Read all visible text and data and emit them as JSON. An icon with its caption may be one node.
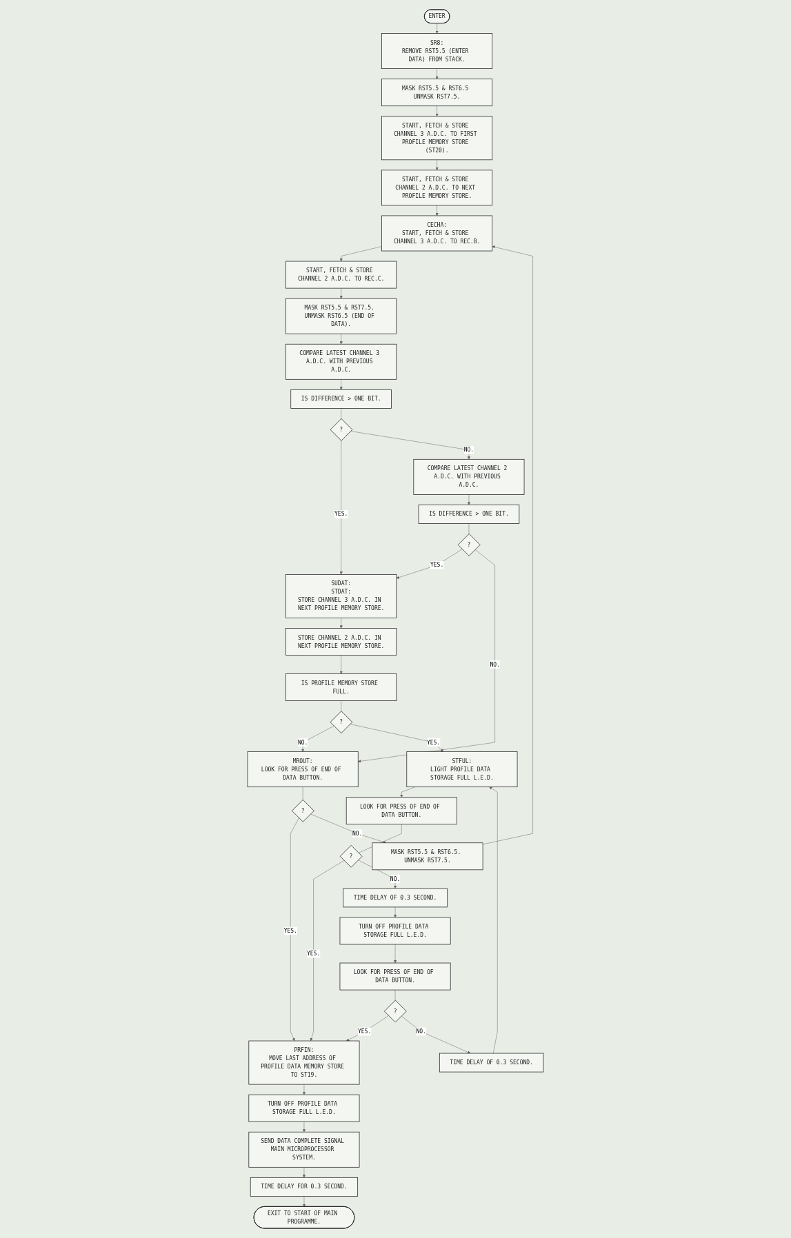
{
  "diagram": {
    "nodes": [
      {
        "text": [
          "ENTER"
        ]
      },
      {
        "text": [
          "SR8:",
          "REMOVE RST5.5 (ENTER DATA) FROM STACK."
        ]
      },
      {
        "text": [
          "MASK RST5.5 & RST6.5 UNMASK RST7.5."
        ]
      },
      {
        "text": [
          "START, FETCH & STORE CHANNEL 3 A.D.C. TO FIRST PROFILE MEMORY STORE (ST20)."
        ]
      },
      {
        "text": [
          "START, FETCH & STORE CHANNEL 2 A.D.C. TO NEXT PROFILE MEMORY STORE."
        ]
      },
      {
        "text": [
          "CECHA:",
          "START, FETCH & STORE CHANNEL 3 A.D.C. TO REC.B."
        ]
      },
      {
        "text": [
          "START, FETCH & STORE CHANNEL 2 A.D.C. TO REC.C."
        ]
      },
      {
        "text": [
          "MASK RST5.5 & RST7.5. UNMASK RST6.5 (END OF DATA)."
        ]
      },
      {
        "text": [
          "COMPARE LATEST CHANNEL 3 A.D.C. WITH PREVIOUS A.D.C."
        ]
      },
      {
        "text": [
          "IS DIFFERENCE > ONE BIT."
        ]
      },
      {
        "text": [
          "?"
        ]
      },
      {
        "text": [
          "COMPARE LATEST CHANNEL 2 A.D.C. WITH PREVIOUS A.D.C."
        ]
      },
      {
        "text": [
          "IS DIFFERENCE > ONE BIT."
        ]
      },
      {
        "text": [
          "?"
        ]
      },
      {
        "text": [
          "MROUT:",
          "LOOK FOR PRESS OF END OF DATA BUTTON."
        ]
      },
      {
        "text": [
          "?"
        ]
      },
      {
        "text": [
          "MASK RST5.5 & RST6.5. UNMASK RST7.5."
        ]
      },
      {
        "text": [
          "SUDAT:",
          "STDAT:",
          "STORE CHANNEL 3 A.D.C. IN NEXT PROFILE MEMORY STORE."
        ]
      },
      {
        "text": [
          "STORE CHANNEL 2 A.D.C. IN NEXT PROFILE MEMORY STORE."
        ]
      },
      {
        "text": [
          "IS PROFILE MEMORY STORE FULL."
        ]
      },
      {
        "text": [
          "?"
        ]
      },
      {
        "text": [
          "STFUL:",
          "LIGHT PROFILE DATA STORAGE FULL L.E.D."
        ]
      },
      {
        "text": [
          "LOOK FOR PRESS OF END OF DATA BUTTON."
        ]
      },
      {
        "text": [
          "?"
        ]
      },
      {
        "text": [
          "TIME DELAY OF 0.3 SECOND."
        ]
      },
      {
        "text": [
          "TURN OFF PROFILE DATA STORAGE FULL L.E.D."
        ]
      },
      {
        "text": [
          "LOOK FOR PRESS OF END OF DATA BUTTON."
        ]
      },
      {
        "text": [
          "?"
        ]
      },
      {
        "text": [
          "TIME DELAY OF 0.3 SECOND."
        ]
      },
      {
        "text": [
          "PRFIN:",
          "MOVE LAST ADDRESS OF PROFILE DATA MEMORY STORE TO ST19."
        ]
      },
      {
        "text": [
          "TURN OFF PROFILE DATA STORAGE FULL L.E.D."
        ]
      },
      {
        "text": [
          "SEND DATA COMPLETE SIGNAL MAIN MICROPROCESSOR SYSTEM."
        ]
      },
      {
        "text": [
          "TIME DELAY FOR 0.3 SECOND."
        ]
      },
      {
        "text": [
          "EXIT TO START OF MAIN PROGRAMME."
        ]
      }
    ],
    "edges": [
      {
        "from": 0,
        "to": 1,
        "arrow": "to"
      },
      {
        "from": 1,
        "to": 2,
        "arrow": "to"
      },
      {
        "from": 2,
        "to": 3,
        "arrow": "to"
      },
      {
        "from": 3,
        "to": 4,
        "arrow": "to"
      },
      {
        "from": 4,
        "to": 5,
        "arrow": "to"
      },
      {
        "from": 5,
        "to": 6,
        "arrow": "to"
      },
      {
        "from": 6,
        "to": 7,
        "arrow": "to"
      },
      {
        "from": 7,
        "to": 8,
        "arrow": "to"
      },
      {
        "from": 8,
        "to": 9,
        "arrow": "to"
      },
      {
        "from": 9,
        "to": 10,
        "arrow": "none"
      },
      {
        "from": 10,
        "to": 17,
        "arrow": "to",
        "label": "YES."
      },
      {
        "from": 10,
        "to": 11,
        "arrow": "to",
        "label": "NO."
      },
      {
        "from": 11,
        "to": 12,
        "arrow": "to"
      },
      {
        "from": 12,
        "to": 13,
        "arrow": "none"
      },
      {
        "from": 13,
        "to": 17,
        "arrow": "to",
        "label": "YES."
      },
      {
        "from": 13,
        "to": 14,
        "arrow": "to",
        "label": "NO."
      },
      {
        "from": 14,
        "to": 15,
        "arrow": "none"
      },
      {
        "from": 15,
        "to": 29,
        "arrow": "to",
        "label": "YES."
      },
      {
        "from": 15,
        "to": 16,
        "arrow": "to",
        "label": "NO."
      },
      {
        "from": 16,
        "to": 5,
        "arrow": "to"
      },
      {
        "from": 17,
        "to": 18,
        "arrow": "to"
      },
      {
        "from": 18,
        "to": 19,
        "arrow": "to"
      },
      {
        "from": 19,
        "to": 20,
        "arrow": "none"
      },
      {
        "from": 20,
        "to": 14,
        "arrow": "to",
        "label": "NO."
      },
      {
        "from": 20,
        "to": 21,
        "arrow": "to",
        "label": "YES."
      },
      {
        "from": 21,
        "to": 22,
        "arrow": "to"
      },
      {
        "from": 22,
        "to": 23,
        "arrow": "none"
      },
      {
        "from": 23,
        "to": 29,
        "arrow": "to",
        "label": "YES."
      },
      {
        "from": 23,
        "to": 24,
        "arrow": "to",
        "label": "NO."
      },
      {
        "from": 24,
        "to": 25,
        "arrow": "to"
      },
      {
        "from": 25,
        "to": 26,
        "arrow": "to"
      },
      {
        "from": 26,
        "to": 27,
        "arrow": "none"
      },
      {
        "from": 27,
        "to": 29,
        "arrow": "to",
        "label": "YES."
      },
      {
        "from": 27,
        "to": 28,
        "arrow": "to",
        "label": "NO."
      },
      {
        "from": 28,
        "to": 21,
        "arrow": "to"
      },
      {
        "from": 29,
        "to": 30,
        "arrow": "to"
      },
      {
        "from": 30,
        "to": 31,
        "arrow": "to"
      },
      {
        "from": 31,
        "to": 32,
        "arrow": "to"
      },
      {
        "from": 32,
        "to": 33,
        "arrow": "to"
      }
    ]
  }
}
